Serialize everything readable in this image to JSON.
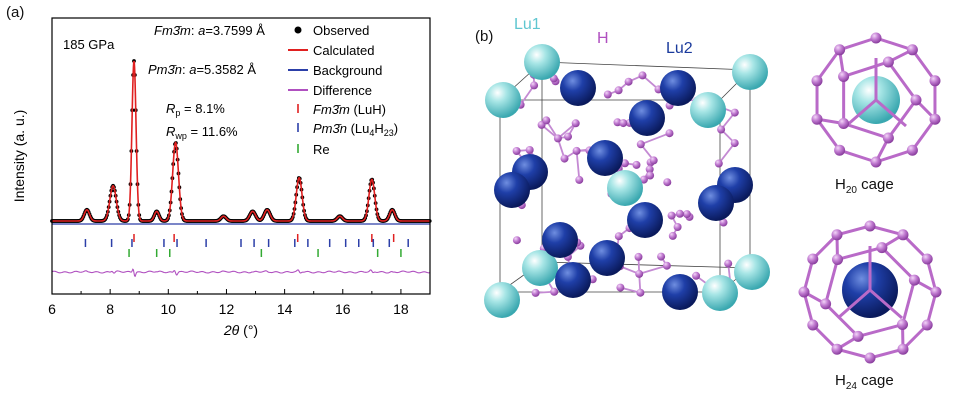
{
  "panel_a": {
    "label": "(a)",
    "pressure": "185 GPa",
    "phase1": {
      "name": "Fm3̄m",
      "param": "a",
      "value": "=3.7599 Å"
    },
    "phase2": {
      "name": "Pm3̄n",
      "param": "a",
      "value": "=5.3582 Å"
    },
    "rp": {
      "sym": "R",
      "sub": "p",
      "value": " = 8.1%"
    },
    "rwp": {
      "sym": "R",
      "sub": "wp",
      "value": " = 11.6%"
    },
    "legend": {
      "observed": "Observed",
      "calculated": "Calculated",
      "background": "Background",
      "difference": "Difference",
      "tick1_phase": "Fm3̄m",
      "tick1_suffix": " (LuH)",
      "tick2_phase": "Pm3̄n",
      "tick2_prefix": " (Lu",
      "tick2_sub1": "4",
      "tick2_h": "H",
      "tick2_sub2": "23",
      "tick2_close": ")",
      "tick3": "Re"
    },
    "colors": {
      "observed": "#000000",
      "calculated": "#e02020",
      "background": "#2c3fa8",
      "difference": "#b050c0",
      "tick1": "#e02020",
      "tick2": "#2c3fa8",
      "tick3": "#33aa33"
    }
  },
  "chart_data": {
    "type": "line",
    "xlabel_symbol": "2θ",
    "xlabel_unit": " (°)",
    "ylabel": "Intensity (a. u.)",
    "xlim": [
      6,
      19
    ],
    "x_ticks": [
      6,
      8,
      10,
      12,
      14,
      16,
      18
    ],
    "peaks": [
      {
        "x": 7.2,
        "height": 0.07,
        "width": 0.09
      },
      {
        "x": 8.1,
        "height": 0.22,
        "width": 0.11
      },
      {
        "x": 8.82,
        "height": 1.0,
        "width": 0.07
      },
      {
        "x": 9.6,
        "height": 0.06,
        "width": 0.08
      },
      {
        "x": 10.25,
        "height": 0.49,
        "width": 0.1
      },
      {
        "x": 11.9,
        "height": 0.03,
        "width": 0.09
      },
      {
        "x": 12.9,
        "height": 0.06,
        "width": 0.1
      },
      {
        "x": 13.4,
        "height": 0.07,
        "width": 0.1
      },
      {
        "x": 14.5,
        "height": 0.27,
        "width": 0.1
      },
      {
        "x": 15.9,
        "height": 0.03,
        "width": 0.09
      },
      {
        "x": 17.0,
        "height": 0.26,
        "width": 0.1
      },
      {
        "x": 17.7,
        "height": 0.07,
        "width": 0.09
      }
    ],
    "ticks_fm3m": [
      8.82,
      10.2,
      14.45,
      17.0,
      17.75
    ],
    "ticks_pm3n": [
      7.15,
      8.05,
      8.75,
      9.85,
      10.3,
      11.3,
      12.5,
      12.95,
      13.45,
      14.35,
      14.8,
      15.55,
      16.1,
      16.55,
      17.05,
      17.6,
      18.25
    ],
    "ticks_re": [
      8.65,
      9.6,
      10.05,
      13.2,
      15.15,
      17.2,
      18.0
    ]
  },
  "panel_b": {
    "label": "(b)",
    "lu1": "Lu1",
    "h": "H",
    "lu2": "Lu2",
    "h20_prefix": "H",
    "h20_sub": "20",
    "h20_suffix": " cage",
    "h24_prefix": "H",
    "h24_sub": "24",
    "h24_suffix": " cage",
    "colors": {
      "lu1": "#7ed3d3",
      "lu2": "#1a3a9c",
      "h": "#c07ad0"
    }
  }
}
